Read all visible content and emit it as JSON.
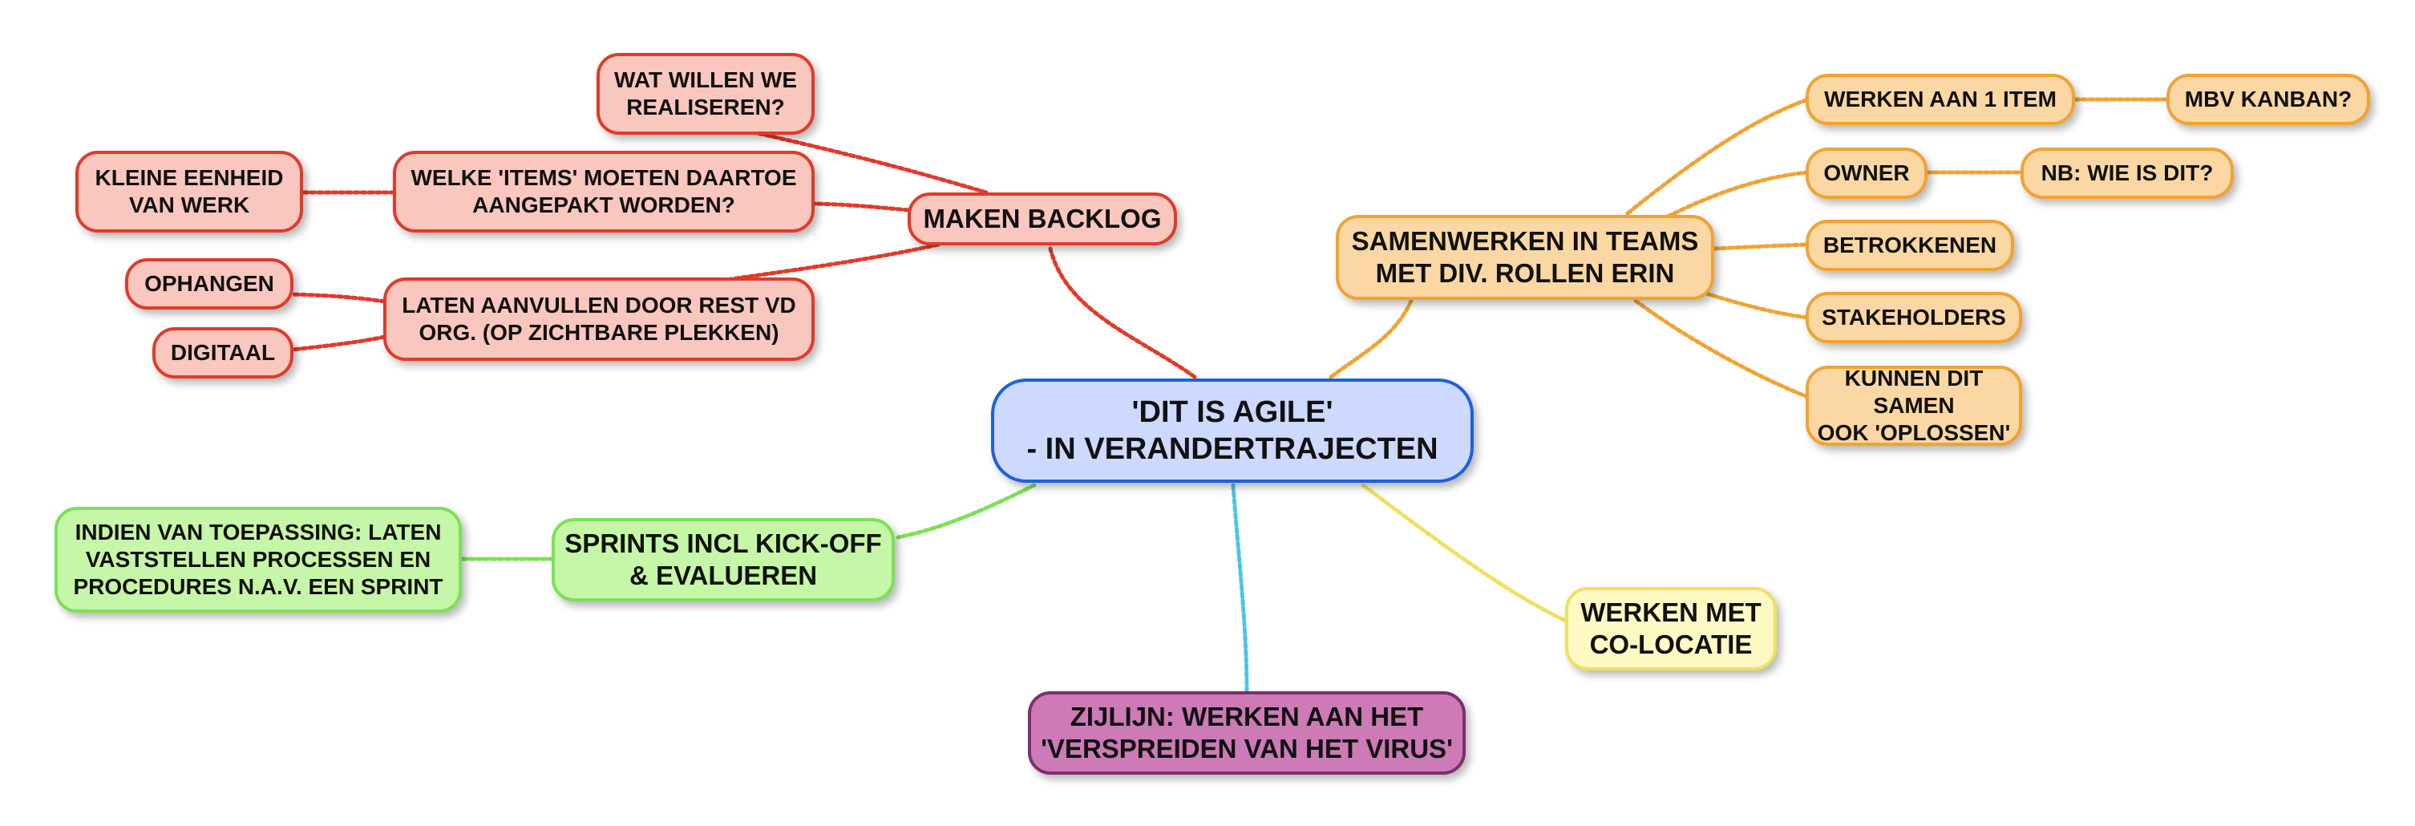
{
  "mindmap": {
    "central": "'DIT IS AGILE'\n- IN VERANDERTRAJECTEN",
    "backlog": {
      "label": "MAKEN BACKLOG",
      "wat": "WAT WILLEN WE\nREALISEREN?",
      "welke": "WELKE 'ITEMS' MOETEN DAARTOE\nAANGEPAKT WORDEN?",
      "kleine": "KLEINE EENHEID\nVAN WERK",
      "laten": "LATEN AANVULLEN DOOR REST VD\nORG. (OP ZICHTBARE PLEKKEN)",
      "ophangen": "OPHANGEN",
      "digitaal": "DIGITAAL"
    },
    "teams": {
      "label": "SAMENWERKEN IN TEAMS\nMET DIV. ROLLEN ERIN",
      "item": "WERKEN AAN 1 ITEM",
      "kanban": "MBV KANBAN?",
      "owner": "OWNER",
      "nb": "NB: WIE IS DIT?",
      "betrokkenen": "BETROKKENEN",
      "stakeholders": "STAKEHOLDERS",
      "kunnen": "KUNNEN DIT SAMEN\nOOK 'OPLOSSEN'"
    },
    "sprints": {
      "label": "SPRINTS INCL KICK-OFF\n& EVALUEREN",
      "indien": "INDIEN VAN TOEPASSING: LATEN\nVASTSTELLEN PROCESSEN EN\nPROCEDURES N.A.V. EEN SPRINT"
    },
    "colocatie": "WERKEN MET\nCO-LOCATIE",
    "zijlijn": "ZIJLIJN: WERKEN AAN HET\n'VERSPREIDEN VAN HET VIRUS'"
  },
  "colors": {
    "central": "#1f5fe0",
    "red": "#e13a2a",
    "orange": "#f0a333",
    "green": "#7be156",
    "yellow": "#eee15c",
    "purple": "#7c2f6c",
    "cyan": "#4cc4e8"
  }
}
